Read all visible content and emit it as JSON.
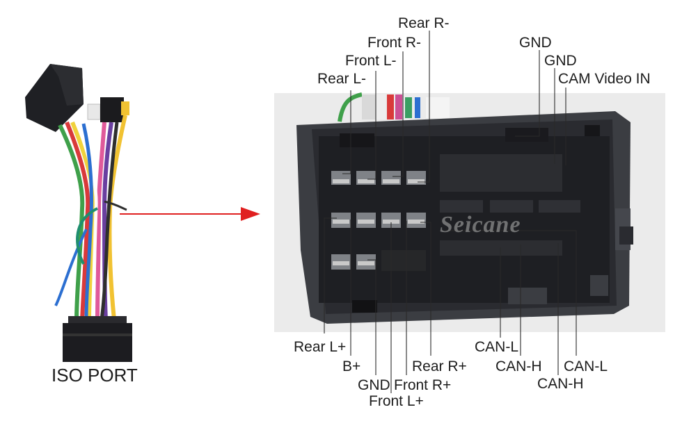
{
  "colors": {
    "arrow": "#e02020",
    "leader_line": "#2a2a2a",
    "connector_body": "#3b3d42",
    "connector_dark": "#1e1f23",
    "photo_background": "#ebebeb"
  },
  "harness": {
    "caption": "ISO PORT"
  },
  "watermark": "Seicane",
  "labels_top": {
    "rear_r_minus": "Rear R-",
    "front_r_minus": "Front R-",
    "front_l_minus": "Front L-",
    "rear_l_minus": "Rear L-",
    "gnd_1": "GND",
    "gnd_2": "GND",
    "cam_video_in": "CAM Video IN"
  },
  "labels_bottom": {
    "rear_l_plus": "Rear L+",
    "b_plus": "B+",
    "gnd": "GND",
    "front_l_plus": "Front L+",
    "front_r_plus": "Front R+",
    "rear_r_plus": "Rear R+",
    "can_l_1": "CAN-L",
    "can_h_1": "CAN-H",
    "can_h_2": "CAN-H",
    "can_l_2": "CAN-L"
  }
}
